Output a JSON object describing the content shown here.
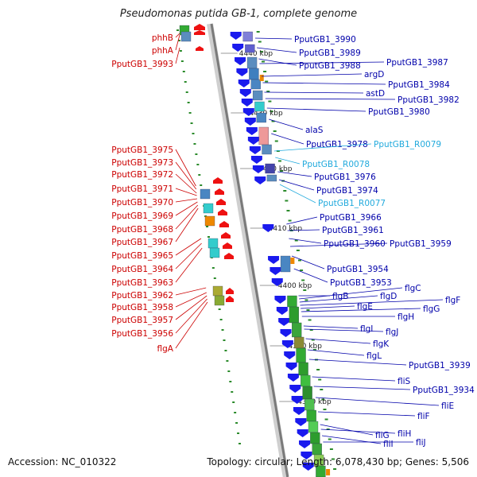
{
  "title": "Pseudomonas putida GB-1, complete genome",
  "footer": {
    "accession": "Accession: NC_010322",
    "topology": "Topology: circular; Length: 6,078,430 bp; Genes: 5,506"
  },
  "colors": {
    "left_label": "#cc0000",
    "right_label": "#0000aa",
    "rna_label": "#22aadd",
    "backbone": "#888888",
    "tick": "#2a8a2a",
    "forward_gene": "#1a1aee",
    "reverse_gene": "#ee1111"
  },
  "kbp_marks": [
    "4440 kbp",
    "4430 kbp",
    "4420 kbp",
    "4410 kbp",
    "4400 kbp",
    "4390 kbp",
    "4380 kbp"
  ],
  "left_labels": [
    "phhB",
    "phhA",
    "PputGB1_3993",
    "PputGB1_3975",
    "PputGB1_3973",
    "PputGB1_3972",
    "PputGB1_3971",
    "PputGB1_3970",
    "PputGB1_3969",
    "PputGB1_3968",
    "PputGB1_3967",
    "PputGB1_3965",
    "PputGB1_3964",
    "PputGB1_3963",
    "PputGB1_3962",
    "PputGB1_3958",
    "PputGB1_3957",
    "PputGB1_3956",
    "flgA"
  ],
  "right_labels": [
    "PputGB1_3990",
    "PputGB1_3989",
    "PputGB1_3988",
    "PputGB1_3987",
    "argD",
    "PputGB1_3984",
    "astD",
    "PputGB1_3982",
    "PputGB1_3980",
    "alaS",
    "PputGB1_3978",
    "PputGB1_R0079",
    "PputGB1_R0078",
    "PputGB1_3976",
    "PputGB1_3974",
    "PputGB1_R0077",
    "PputGB1_3966",
    "PputGB1_3961",
    "PputGB1_3960",
    "PputGB1_3959",
    "PputGB1_3954",
    "PputGB1_3953",
    "flgB",
    "flgC",
    "flgD",
    "flgF",
    "flgE",
    "flgG",
    "flgH",
    "flgI",
    "flgJ",
    "flgK",
    "flgL",
    "PputGB1_3939",
    "fliS",
    "PputGB1_3934",
    "fliE",
    "fliF",
    "fliG",
    "fliH",
    "fliI",
    "fliJ"
  ]
}
